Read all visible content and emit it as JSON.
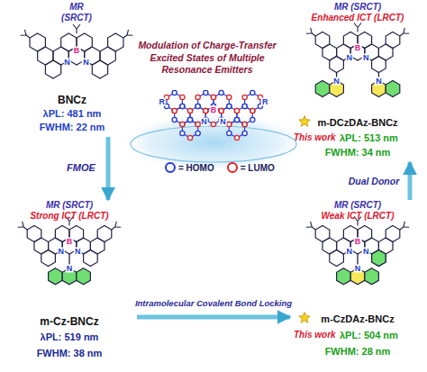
{
  "diagram": {
    "title": "Modulation of Charge-Transfer Excited States of Multiple Resonance Emitters",
    "nodes": [
      {
        "text": [
          "MR (SRCT)",
          "BNCz",
          "λPL: 481 nm",
          "FWHM: 22 nm"
        ]
      },
      {
        "text": [
          "MR (SRCT)",
          "Enhanced ICT (LRCT)",
          "m-DCzDAz-BNCz",
          "This work",
          "λPL: 513 nm",
          "FWHM: 34 nm"
        ]
      },
      {
        "text": [
          "MR (SRCT)",
          "Strong ICT (LRCT)",
          "m-Cz-BNCz",
          "λPL: 519 nm",
          "FWHM: 38 nm"
        ]
      },
      {
        "text": [
          "MR (SRCT)",
          "Weak ICT (LRCT)",
          "m-CzDAz-BNCz",
          "This work",
          "λPL: 504 nm",
          "FWHM: 28 nm"
        ]
      }
    ],
    "edges": [
      {
        "from": 0,
        "to": 2,
        "label": "FMOE",
        "arrow": "to"
      },
      {
        "from": 2,
        "to": 3,
        "label": "Intramolecular Covalent Bond Locking",
        "arrow": "to"
      },
      {
        "from": 3,
        "to": 1,
        "label": "Dual Donor",
        "arrow": "to"
      }
    ],
    "labels": [
      "R",
      "R",
      "B",
      "N",
      "N",
      "B",
      "N",
      "N",
      "B",
      "N",
      "N",
      "N",
      "N",
      "B",
      "N",
      "N",
      "N",
      "B",
      "N",
      "N",
      "N"
    ],
    "legend": [
      {
        "text": "= HOMO",
        "color": "#2638d8"
      },
      {
        "text": "= LUMO",
        "color": "#e02424"
      }
    ]
  }
}
